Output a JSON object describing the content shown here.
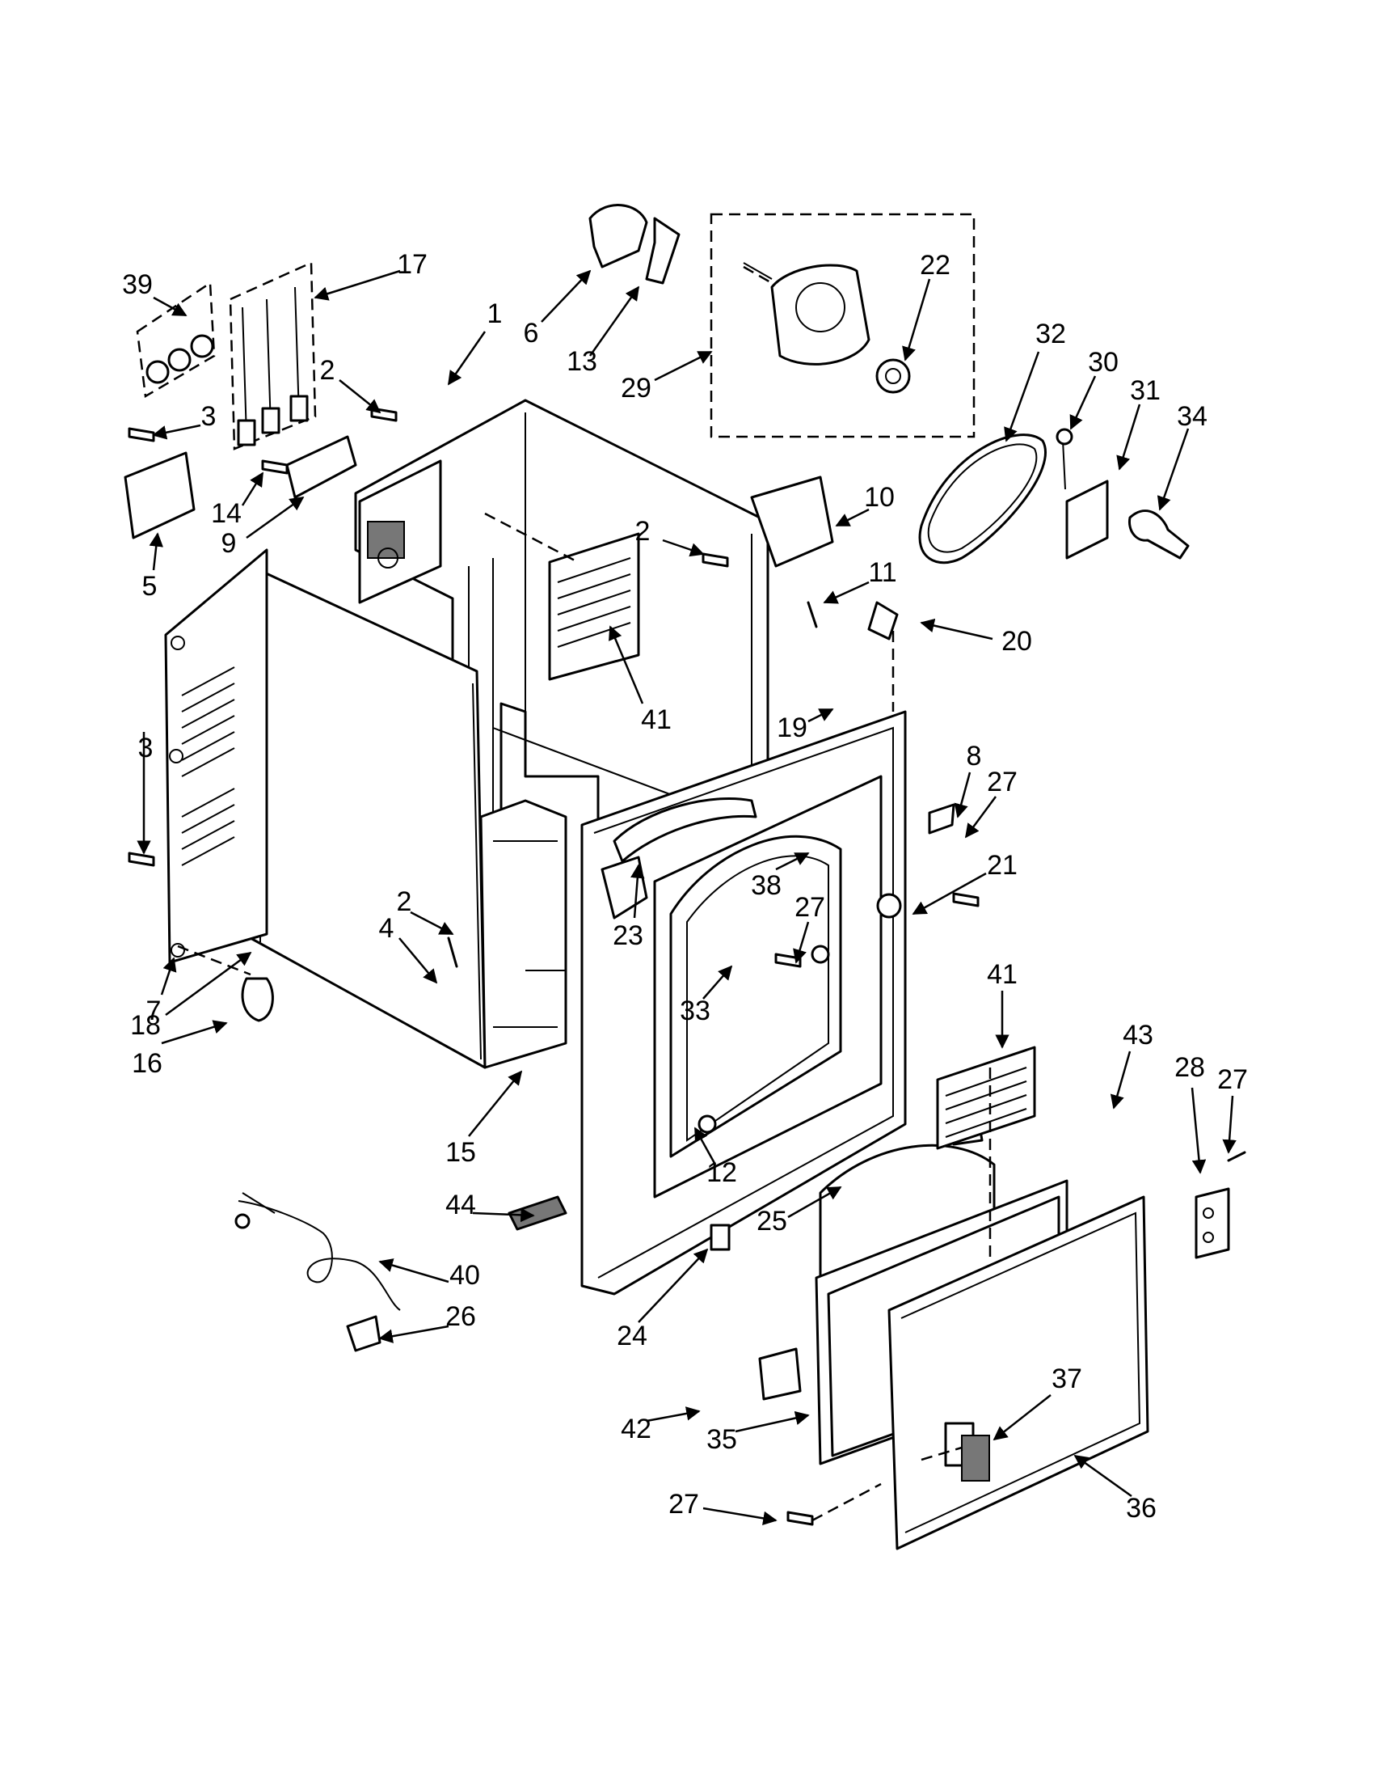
{
  "diagram": {
    "callouts": {
      "c1": "1",
      "c2a": "2",
      "c2b": "2",
      "c2c": "2",
      "c3a": "3",
      "c3b": "3",
      "c4": "4",
      "c5": "5",
      "c6": "6",
      "c7": "7",
      "c8": "8",
      "c9": "9",
      "c10": "10",
      "c11": "11",
      "c12": "12",
      "c13": "13",
      "c14": "14",
      "c15": "15",
      "c16": "16",
      "c17": "17",
      "c18": "18",
      "c19": "19",
      "c20": "20",
      "c21": "21",
      "c22": "22",
      "c23": "23",
      "c24": "24",
      "c25": "25",
      "c26": "26",
      "c27a": "27",
      "c27b": "27",
      "c27c": "27",
      "c27d": "27",
      "c28": "28",
      "c29": "29",
      "c30": "30",
      "c31": "31",
      "c32": "32",
      "c33": "33",
      "c34": "34",
      "c35": "35",
      "c36": "36",
      "c37": "37",
      "c38": "38",
      "c39": "39",
      "c40": "40",
      "c41a": "41",
      "c41b": "41",
      "c42": "42",
      "c43": "43",
      "c44": "44"
    }
  }
}
